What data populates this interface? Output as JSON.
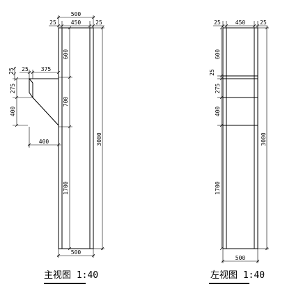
{
  "front_view": {
    "title": "主视图 1:40",
    "dims": {
      "top_total": "500",
      "top_left": "25",
      "top_mid": "450",
      "top_right": "25",
      "bottom": "500",
      "seg1": "600",
      "seg2": "700",
      "seg3": "1700",
      "overall": "3000",
      "bracket_offset": "25",
      "bracket_width": "375",
      "bracket_h1": "275",
      "bracket_h2": "400",
      "bracket_bottom": "400"
    }
  },
  "side_view": {
    "title": "左视图 1:40",
    "dims": {
      "top_left": "25",
      "top_mid": "450",
      "top_right": "25",
      "bottom": "500",
      "seg1": "600",
      "seg_small": "25",
      "seg2": "275",
      "seg3": "400",
      "seg4": "1700",
      "overall": "3000"
    }
  }
}
